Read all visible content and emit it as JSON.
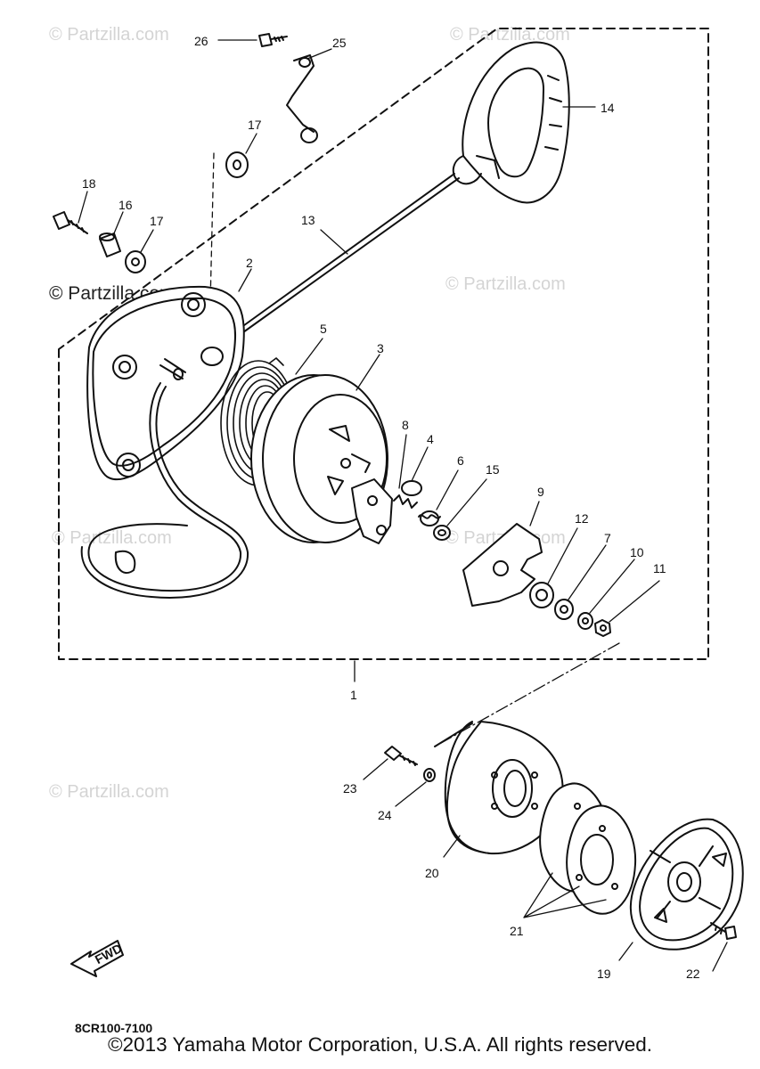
{
  "watermark": {
    "text": "© Partzilla.com"
  },
  "diagram_code": "8CR100-7100",
  "copyright": "©2013 Yamaha Motor Corporation, U.S.A. All rights reserved.",
  "fwd_arrow": {
    "label": "FWD"
  },
  "callouts": [
    {
      "id": "c1",
      "label": "1"
    },
    {
      "id": "c2",
      "label": "2"
    },
    {
      "id": "c3",
      "label": "3"
    },
    {
      "id": "c4",
      "label": "4"
    },
    {
      "id": "c5",
      "label": "5"
    },
    {
      "id": "c6",
      "label": "6"
    },
    {
      "id": "c7",
      "label": "7"
    },
    {
      "id": "c8",
      "label": "8"
    },
    {
      "id": "c9",
      "label": "9"
    },
    {
      "id": "c10",
      "label": "10"
    },
    {
      "id": "c11",
      "label": "11"
    },
    {
      "id": "c12",
      "label": "12"
    },
    {
      "id": "c13",
      "label": "13"
    },
    {
      "id": "c14",
      "label": "14"
    },
    {
      "id": "c15",
      "label": "15"
    },
    {
      "id": "c16",
      "label": "16"
    },
    {
      "id": "c17a",
      "label": "17"
    },
    {
      "id": "c17b",
      "label": "17"
    },
    {
      "id": "c18",
      "label": "18"
    },
    {
      "id": "c19",
      "label": "19"
    },
    {
      "id": "c20",
      "label": "20"
    },
    {
      "id": "c21",
      "label": "21"
    },
    {
      "id": "c22",
      "label": "22"
    },
    {
      "id": "c23",
      "label": "23"
    },
    {
      "id": "c24",
      "label": "24"
    },
    {
      "id": "c25",
      "label": "25"
    },
    {
      "id": "c26",
      "label": "26"
    }
  ]
}
